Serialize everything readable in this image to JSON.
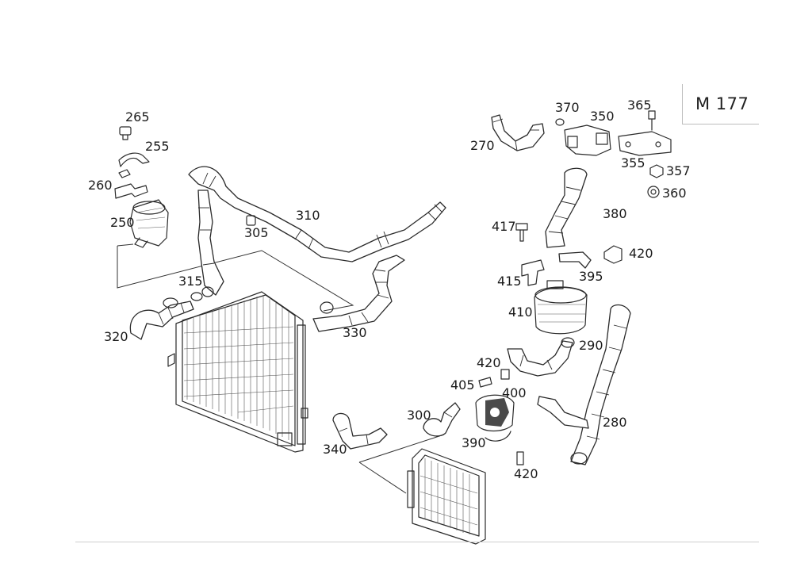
{
  "engine": "M 177",
  "callouts": [
    {
      "id": "265",
      "text": "265"
    },
    {
      "id": "255",
      "text": "255"
    },
    {
      "id": "260",
      "text": "260"
    },
    {
      "id": "250",
      "text": "250"
    },
    {
      "id": "310",
      "text": "310"
    },
    {
      "id": "305",
      "text": "305"
    },
    {
      "id": "315",
      "text": "315"
    },
    {
      "id": "320",
      "text": "320"
    },
    {
      "id": "330",
      "text": "330"
    },
    {
      "id": "270",
      "text": "270"
    },
    {
      "id": "370",
      "text": "370"
    },
    {
      "id": "350",
      "text": "350"
    },
    {
      "id": "365",
      "text": "365"
    },
    {
      "id": "355",
      "text": "355"
    },
    {
      "id": "357",
      "text": "357"
    },
    {
      "id": "360",
      "text": "360"
    },
    {
      "id": "380",
      "text": "380"
    },
    {
      "id": "417",
      "text": "417"
    },
    {
      "id": "420a",
      "text": "420"
    },
    {
      "id": "395",
      "text": "395"
    },
    {
      "id": "415",
      "text": "415"
    },
    {
      "id": "410",
      "text": "410"
    },
    {
      "id": "290",
      "text": "290"
    },
    {
      "id": "420b",
      "text": "420"
    },
    {
      "id": "405",
      "text": "405"
    },
    {
      "id": "400",
      "text": "400"
    },
    {
      "id": "300",
      "text": "300"
    },
    {
      "id": "280",
      "text": "280"
    },
    {
      "id": "390",
      "text": "390"
    },
    {
      "id": "340",
      "text": "340"
    },
    {
      "id": "420c",
      "text": "420"
    }
  ]
}
